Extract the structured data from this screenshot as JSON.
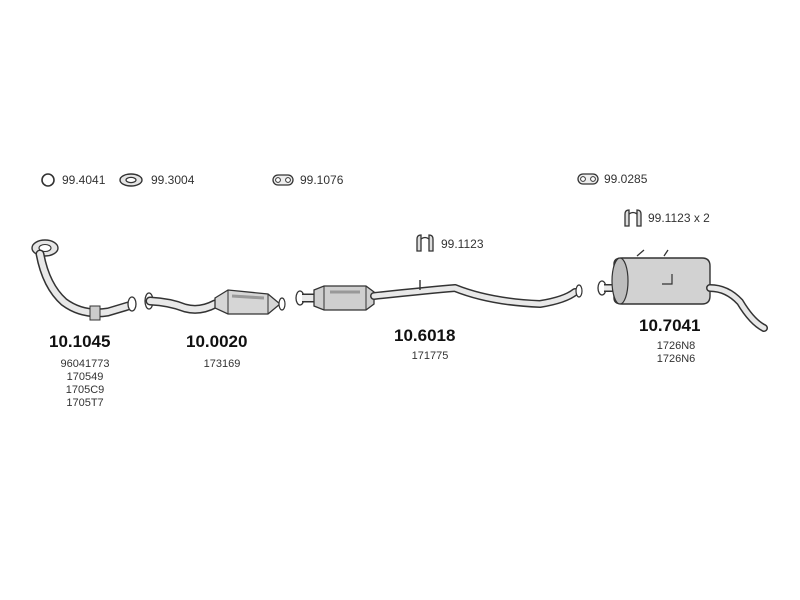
{
  "accessories": [
    {
      "code": "99.4041",
      "icon": "ring-gasket-icon"
    },
    {
      "code": "99.3004",
      "icon": "flange-gasket-icon"
    },
    {
      "code": "99.1076",
      "icon": "rubber-mount-icon"
    },
    {
      "code": "99.0285",
      "icon": "rubber-mount-icon"
    },
    {
      "code": "99.1123",
      "icon": "hanger-bracket-icon"
    },
    {
      "code": "99.1123 x 2",
      "icon": "hanger-bracket-icon"
    }
  ],
  "parts": [
    {
      "part_number": "10.1045",
      "name": "front-pipe",
      "oem_numbers": [
        "96041773",
        "170549",
        "1705C9",
        "1705T7"
      ]
    },
    {
      "part_number": "10.0020",
      "name": "catalytic-converter",
      "oem_numbers": [
        "173169"
      ]
    },
    {
      "part_number": "10.6018",
      "name": "middle-silencer",
      "oem_numbers": [
        "171775"
      ]
    },
    {
      "part_number": "10.7041",
      "name": "rear-silencer",
      "oem_numbers": [
        "1726N8",
        "1726N6"
      ]
    }
  ],
  "colors": {
    "line": "#333333",
    "fill": "#dcdcdc",
    "shade": "#a8a8a8"
  }
}
